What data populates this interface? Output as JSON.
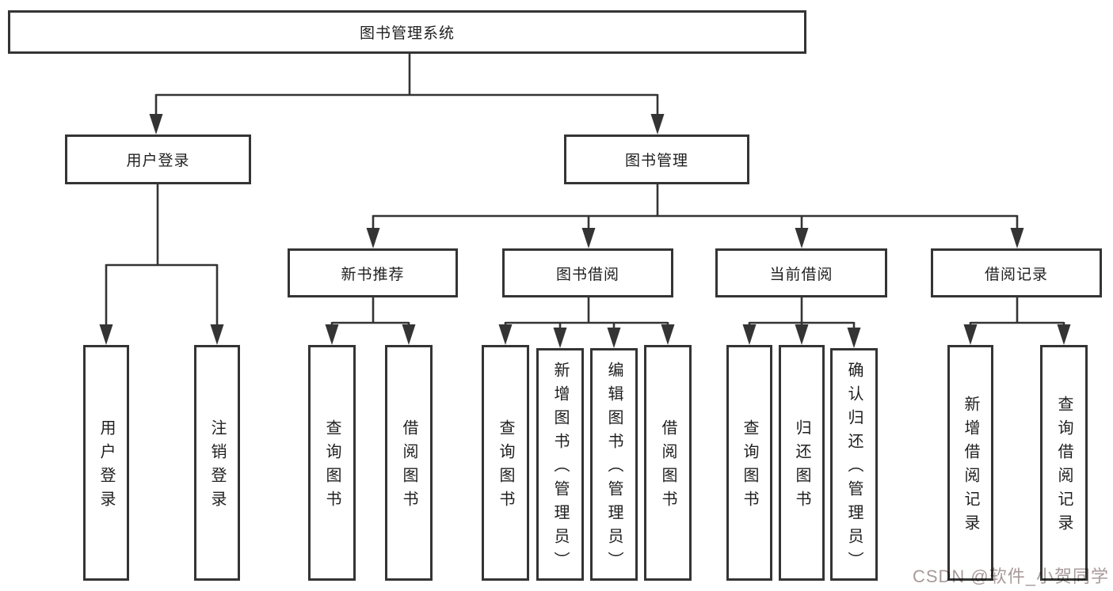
{
  "diagram": {
    "root": {
      "label": "图书管理系统",
      "children": [
        {
          "label": "用户登录",
          "children": [
            {
              "label": "用户登录"
            },
            {
              "label": "注销登录"
            }
          ]
        },
        {
          "label": "图书管理",
          "children": [
            {
              "label": "新书推荐",
              "children": [
                {
                  "label": "查询图书"
                },
                {
                  "label": "借阅图书"
                }
              ]
            },
            {
              "label": "图书借阅",
              "children": [
                {
                  "label": "查询图书"
                },
                {
                  "label": "新增图书（管理员）"
                },
                {
                  "label": "编辑图书（管理员）"
                },
                {
                  "label": "借阅图书"
                }
              ]
            },
            {
              "label": "当前借阅",
              "children": [
                {
                  "label": "查询图书"
                },
                {
                  "label": "归还图书"
                },
                {
                  "label": "确认归还（管理员）"
                }
              ]
            },
            {
              "label": "借阅记录",
              "children": [
                {
                  "label": "新增借阅记录"
                },
                {
                  "label": "查询借阅记录"
                }
              ]
            }
          ]
        }
      ]
    }
  },
  "watermark": {
    "full_text": "CSDN @软件_小贺同学"
  },
  "colors": {
    "line": "#343434",
    "box_border": "#343434",
    "text": "#1f1f1f",
    "background": "#ffffff",
    "watermark": "#a89a9a"
  }
}
